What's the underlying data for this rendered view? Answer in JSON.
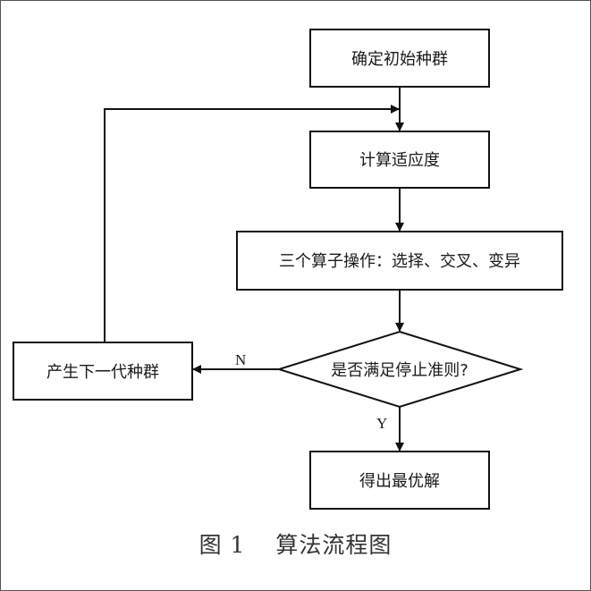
{
  "nodes": {
    "init": "确定初始种群",
    "fitness": "计算适应度",
    "operators": "三个算子操作：选择、交叉、变异",
    "decision": "是否满足停止准则?",
    "next_gen": "产生下一代种群",
    "result": "得出最优解"
  },
  "edges": {
    "no_label": "N",
    "yes_label": "Y"
  },
  "caption": {
    "number": "图 1",
    "title": "算法流程图"
  }
}
